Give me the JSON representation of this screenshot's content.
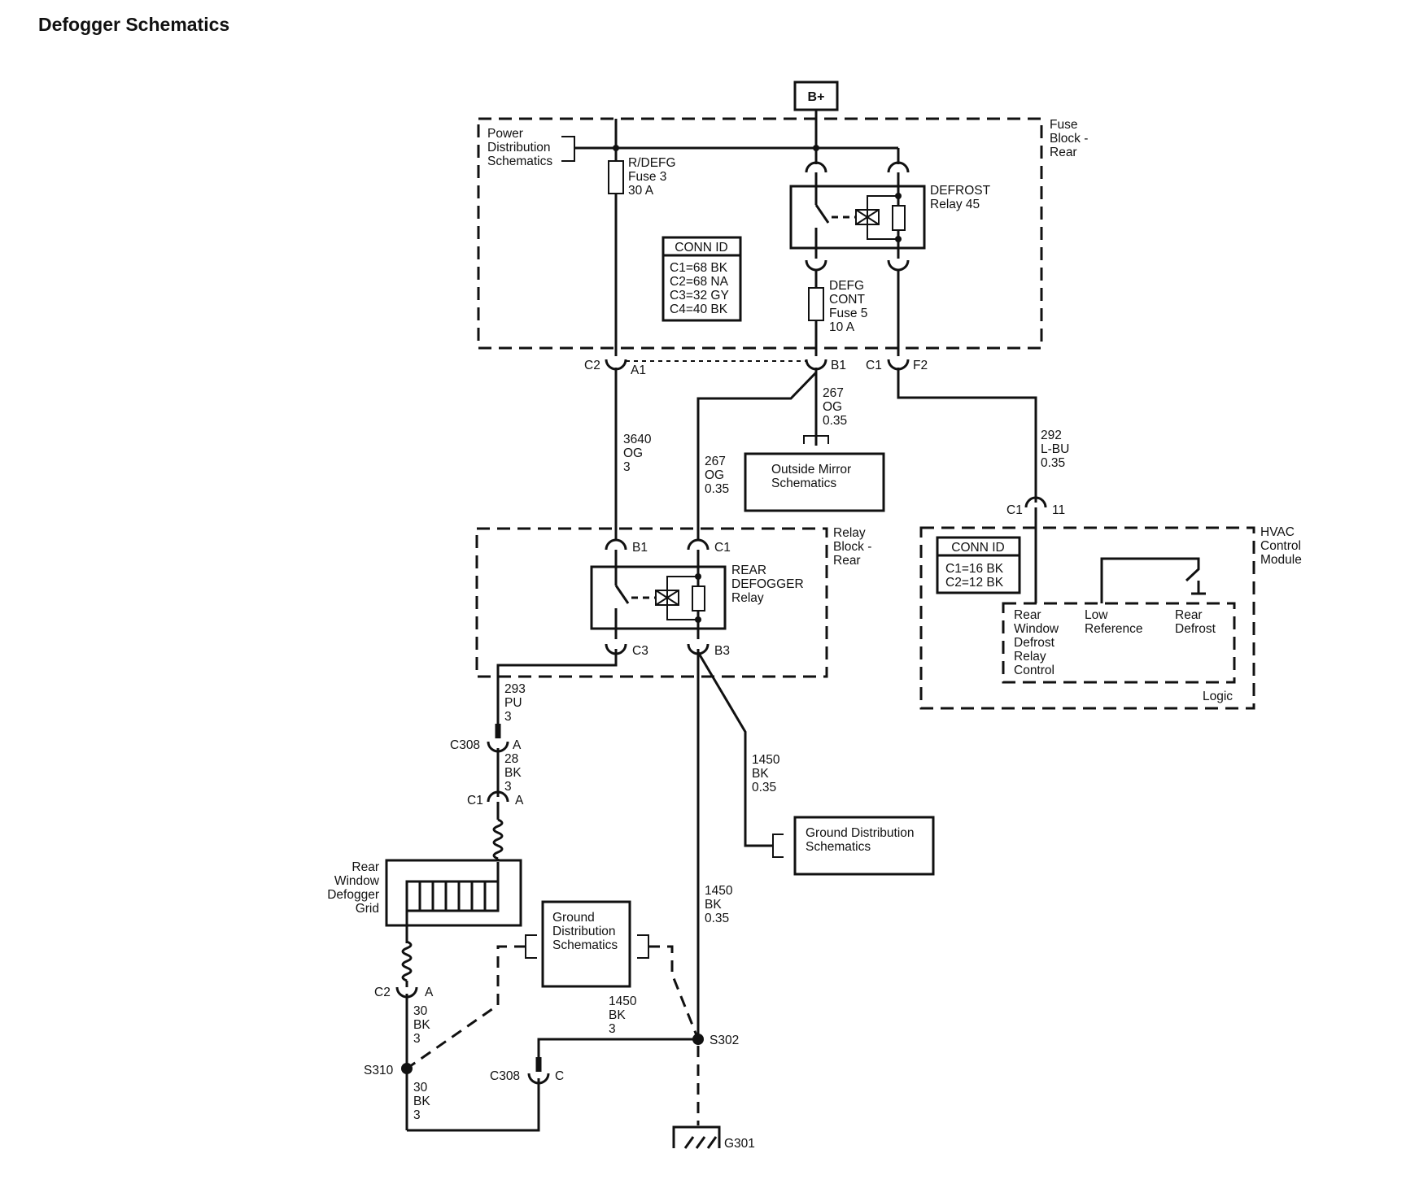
{
  "title": "Defogger Schematics",
  "supply": {
    "label": "B+"
  },
  "fuse_block_rear": {
    "label": [
      "Fuse",
      "Block -",
      "Rear"
    ],
    "power_distribution_ref": [
      "Power",
      "Distribution",
      "Schematics"
    ],
    "fuse_rdefg": [
      "R/DEFG",
      "Fuse 3",
      "30 A"
    ],
    "defrost_relay": [
      "DEFROST",
      "Relay 45"
    ],
    "fuse_defg_cont": [
      "DEFG",
      "CONT",
      "Fuse 5",
      "10 A"
    ],
    "conn_id": {
      "header": "CONN ID",
      "rows": [
        "C1=68 BK",
        "C2=68 NA",
        "C3=32 GY",
        "C4=40 BK"
      ]
    },
    "pins": {
      "c2": "C2",
      "a1": "A1",
      "b1": "B1",
      "c1": "C1",
      "f2": "F2"
    }
  },
  "wires": {
    "w3640": [
      "3640",
      "OG",
      "3"
    ],
    "w267_a": [
      "267",
      "OG",
      "0.35"
    ],
    "w267_b": [
      "267",
      "OG",
      "0.35"
    ],
    "w292": [
      "292",
      "L-BU",
      "0.35"
    ],
    "w293": [
      "293",
      "PU",
      "3"
    ],
    "w28": [
      "28",
      "BK",
      "3"
    ],
    "w1450_a": [
      "1450",
      "BK",
      "0.35"
    ],
    "w1450_b": [
      "1450",
      "BK",
      "0.35"
    ],
    "w1450_c": [
      "1450",
      "BK",
      "3"
    ],
    "w30_a": [
      "30",
      "BK",
      "3"
    ],
    "w30_b": [
      "30",
      "BK",
      "3"
    ]
  },
  "outside_mirror": [
    "Outside Mirror",
    "Schematics"
  ],
  "relay_block_rear": {
    "label": [
      "Relay",
      "Block -",
      "Rear"
    ],
    "relay": [
      "REAR",
      "DEFOGGER",
      "Relay"
    ],
    "pins": {
      "b1": "B1",
      "c1": "C1",
      "c3": "C3",
      "b3": "B3"
    }
  },
  "hvac": {
    "label": [
      "HVAC",
      "Control",
      "Module"
    ],
    "conn_id": {
      "header": "CONN ID",
      "rows": [
        "C1=16 BK",
        "C2=12 BK"
      ]
    },
    "c1": "C1",
    "pin11": "11",
    "rwdrc": [
      "Rear",
      "Window",
      "Defrost",
      "Relay",
      "Control"
    ],
    "low_ref": [
      "Low",
      "Reference"
    ],
    "rear_defrost": [
      "Rear",
      "Defrost"
    ],
    "logic": "Logic"
  },
  "ground_ref_right": [
    "Ground Distribution",
    "Schematics"
  ],
  "ground_ref_left": [
    "Ground",
    "Distribution",
    "Schematics"
  ],
  "grid": [
    "Rear",
    "Window",
    "Defogger",
    "Grid"
  ],
  "connectors": {
    "c308_a": "C308",
    "c308_a_pin": "A",
    "c1_a": "C1",
    "c1_a_pin": "A",
    "c2_a": "C2",
    "c2_a_pin": "A",
    "c308_c": "C308",
    "c308_c_pin": "C"
  },
  "splices": {
    "s310": "S310",
    "s302": "S302"
  },
  "ground": "G301"
}
